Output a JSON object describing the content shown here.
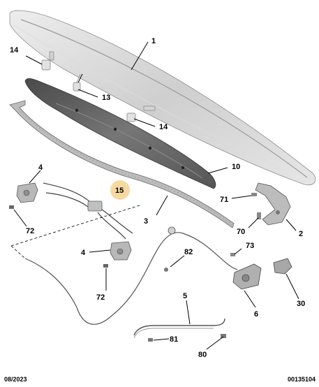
{
  "callouts": {
    "c1": "1",
    "c14a": "14",
    "c13": "13",
    "c14b": "14",
    "c10": "10",
    "c4a": "4",
    "c15": "15",
    "c3": "3",
    "c71": "71",
    "c72a": "72",
    "c70": "70",
    "c2": "2",
    "c4b": "4",
    "c82": "82",
    "c73": "73",
    "c72b": "72",
    "c6": "6",
    "c30": "30",
    "c5": "5",
    "c81": "81",
    "c80": "80"
  },
  "footer": {
    "date": "08/2023",
    "reference": "00135104"
  },
  "colors": {
    "highlight": "#f6d9a2",
    "part_grey": "#b5b5b5",
    "dark_part": "#5e5e5e"
  }
}
